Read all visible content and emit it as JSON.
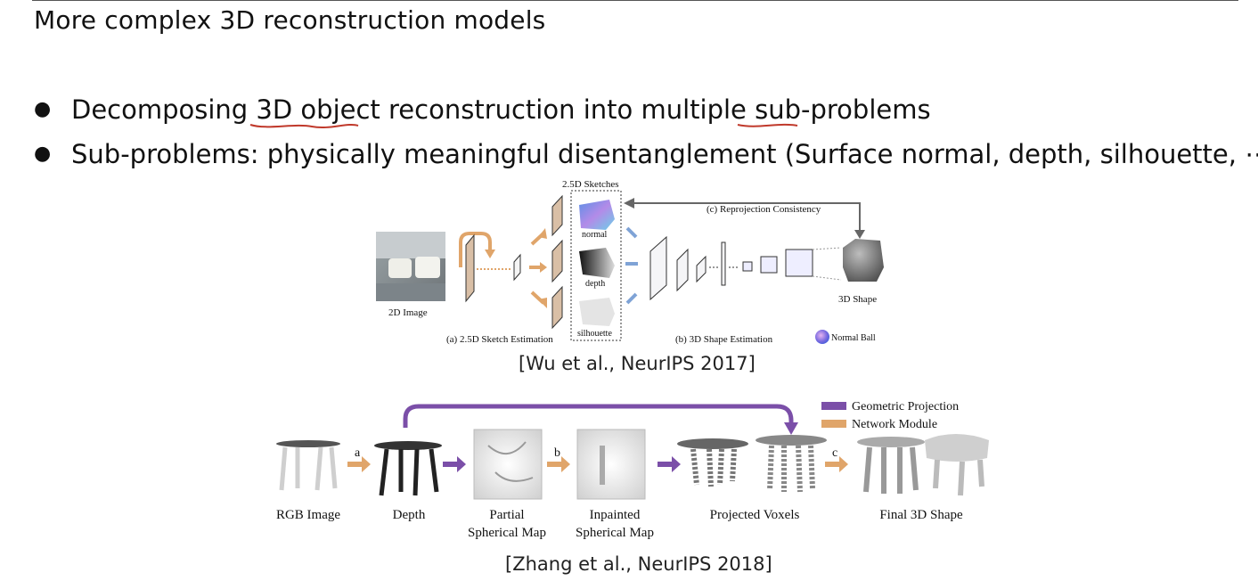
{
  "title": "More complex 3D reconstruction models",
  "bullets": [
    "Decomposing 3D object reconstruction into multiple sub-problems",
    "Sub-problems: physically meaningful disentanglement (Surface normal, depth, silhouette, ⋯)"
  ],
  "figure1": {
    "header": "2.5D Sketches",
    "reprojection": "(c) Reprojection Consistency",
    "input_label": "2D Image",
    "sketch_labels": [
      "normal",
      "depth",
      "silhouette"
    ],
    "stage_a": "(a) 2.5D Sketch Estimation",
    "stage_b": "(b) 3D Shape Estimation",
    "output_label": "3D Shape",
    "normal_ball": "Normal Ball",
    "caption": "[Wu et al., NeurIPS 2017]"
  },
  "figure2": {
    "legend": [
      "Geometric Projection",
      "Network Module"
    ],
    "legend_colors": [
      "#7b4fa8",
      "#e0a56a"
    ],
    "step_labels": [
      "a",
      "b",
      "c"
    ],
    "stage_labels": [
      "RGB Image",
      "Depth",
      "Partial",
      "Spherical Map",
      "Inpainted",
      "Spherical Map",
      "Projected Voxels",
      "Final 3D Shape"
    ],
    "caption": "[Zhang et al., NeurIPS 2018]"
  }
}
